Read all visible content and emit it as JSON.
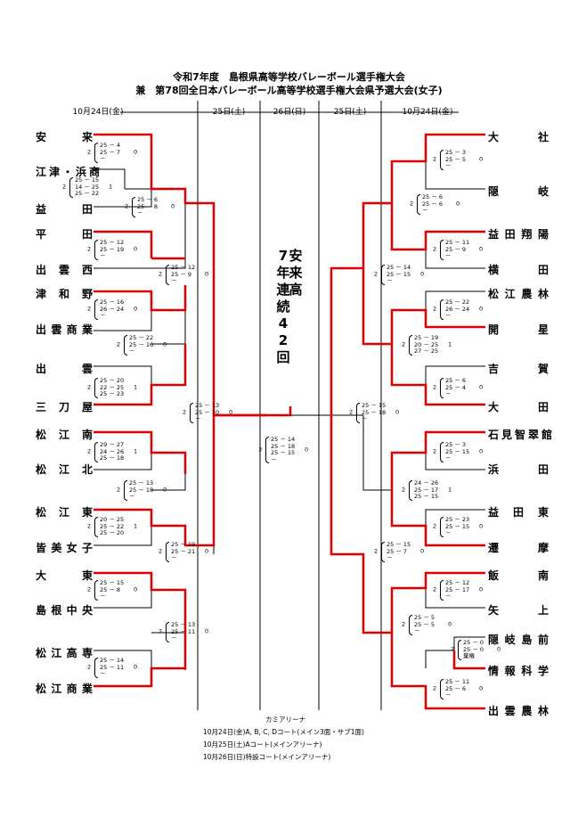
{
  "title1": "令和7年度　島根県高等学校バレーボール選手権大会",
  "title2": "兼　第78回全日本バレーボール高等学校選手権大会県予選大会(女子)",
  "headers": [
    "10月24日(金)",
    "25日(土)",
    "26日(日)",
    "25日(土)",
    "10月24日(金)"
  ],
  "left_teams": [
    "安来",
    "江津・浜商",
    "益田",
    "平田",
    "出雲西",
    "津和野",
    "出雲商業",
    "出雲",
    "三刀屋",
    "松江南",
    "松江北",
    "松江東",
    "皆美女子",
    "大東",
    "島根中央",
    "松江高専",
    "松江商業"
  ],
  "right_teams": [
    "大社",
    "隠岐",
    "益田翔陽",
    "横田",
    "松江農林",
    "開星",
    "吉賀",
    "大田",
    "石見智翠館",
    "浜田",
    "益田東",
    "遷摩",
    "飯南",
    "矢上",
    "隠岐島前",
    "情報科学",
    "出雲農林"
  ],
  "champion": [
    "安",
    "来",
    "高",
    "7",
    "年",
    "連",
    "続",
    "4",
    "2",
    "回"
  ],
  "scores": [
    {
      "l": "2",
      "sets": [
        "25 － 4",
        "25 － 7",
        "－"
      ],
      "r": "0"
    },
    {
      "l": "2",
      "sets": [
        "25 － 15",
        "14 － 25",
        "25 － 22"
      ],
      "r": "1"
    },
    {
      "l": "2",
      "sets": [
        "25 － 6",
        "25 － 8",
        "－"
      ],
      "r": "0"
    },
    {
      "l": "2",
      "sets": [
        "25 － 12",
        "25 － 19",
        "－"
      ],
      "r": "0"
    },
    {
      "l": "2",
      "sets": [
        "25 － 12",
        "25 － 9",
        "－"
      ],
      "r": "0"
    },
    {
      "l": "2",
      "sets": [
        "25 － 16",
        "26 － 24",
        "－"
      ],
      "r": "0"
    },
    {
      "l": "2",
      "sets": [
        "25 － 22",
        "25 － 16",
        "－"
      ],
      "r": "0"
    },
    {
      "l": "2",
      "sets": [
        "25 － 20",
        "22 － 25",
        "25 － 23"
      ],
      "r": "1"
    },
    {
      "l": "2",
      "sets": [
        "25 － 13",
        "25 － 10",
        "－"
      ],
      "r": "0"
    },
    {
      "l": "2",
      "sets": [
        "29 － 27",
        "24 － 26",
        "25 － 18"
      ],
      "r": "1"
    },
    {
      "l": "2",
      "sets": [
        "25 － 13",
        "25 － 18",
        "－"
      ],
      "r": "0"
    },
    {
      "l": "2",
      "sets": [
        "20 － 25",
        "25 － 22",
        "25 － 20"
      ],
      "r": "1"
    },
    {
      "l": "2",
      "sets": [
        "25 － 19",
        "25 － 21",
        "－"
      ],
      "r": "0"
    },
    {
      "l": "2",
      "sets": [
        "25 － 15",
        "25 － 8",
        "－"
      ],
      "r": "0"
    },
    {
      "l": "2",
      "sets": [
        "25 － 13",
        "25 － 11",
        "－"
      ],
      "r": "0"
    },
    {
      "l": "2",
      "sets": [
        "25 － 14",
        "25 － 11",
        "－"
      ],
      "r": "0"
    },
    {
      "l": "3",
      "sets": [
        "25 － 14",
        "25 － 18",
        "25 － 15",
        "－"
      ],
      "r": "0"
    },
    {
      "l": "2",
      "sets": [
        "25 － 3",
        "25 － 5",
        "－"
      ],
      "r": "0"
    },
    {
      "l": "2",
      "sets": [
        "25 － 6",
        "25 － 6",
        "－"
      ],
      "r": "0"
    },
    {
      "l": "2",
      "sets": [
        "25 － 11",
        "25 － 9",
        "－"
      ],
      "r": "0"
    },
    {
      "l": "2",
      "sets": [
        "25 － 14",
        "25 － 15",
        "－"
      ],
      "r": "0"
    },
    {
      "l": "2",
      "sets": [
        "25 － 22",
        "26 － 24",
        "－"
      ],
      "r": "0"
    },
    {
      "l": "2",
      "sets": [
        "25 － 19",
        "20 － 25",
        "27 － 25"
      ],
      "r": "1"
    },
    {
      "l": "2",
      "sets": [
        "25 － 6",
        "25 － 4",
        "－"
      ],
      "r": "0"
    },
    {
      "l": "2",
      "sets": [
        "25 － 15",
        "25 － 18",
        "－"
      ],
      "r": "0"
    },
    {
      "l": "2",
      "sets": [
        "25 － 3",
        "25 － 15",
        "－"
      ],
      "r": "0"
    },
    {
      "l": "2",
      "sets": [
        "24 － 26",
        "25 － 17",
        "25 － 15"
      ],
      "r": "1"
    },
    {
      "l": "2",
      "sets": [
        "25 － 23",
        "25 － 15",
        "－"
      ],
      "r": "0"
    },
    {
      "l": "2",
      "sets": [
        "25 － 15",
        "25 － 7",
        "－"
      ],
      "r": "0"
    },
    {
      "l": "2",
      "sets": [
        "25 － 12",
        "25 － 17",
        "－"
      ],
      "r": "0"
    },
    {
      "l": "2",
      "sets": [
        "25 － 5",
        "25 － 5",
        "－"
      ],
      "r": "0"
    },
    {
      "l": "2",
      "sets": [
        "25 － 0",
        "25 － 0",
        "棄権"
      ],
      "r": "0"
    },
    {
      "l": "2",
      "sets": [
        "25 － 11",
        "25 － 6",
        "－"
      ],
      "r": "0"
    }
  ],
  "footer": [
    "カミアリーナ",
    "10月24日(金)A, B, C, Dコート(メイン3面・サブ1面)",
    "10月25日(土)Aコート(メインアリーナ)",
    "10月26日(日)特設コート(メインアリーナ)"
  ],
  "colors": {
    "winner_line": "#e00000",
    "line": "#000000"
  }
}
